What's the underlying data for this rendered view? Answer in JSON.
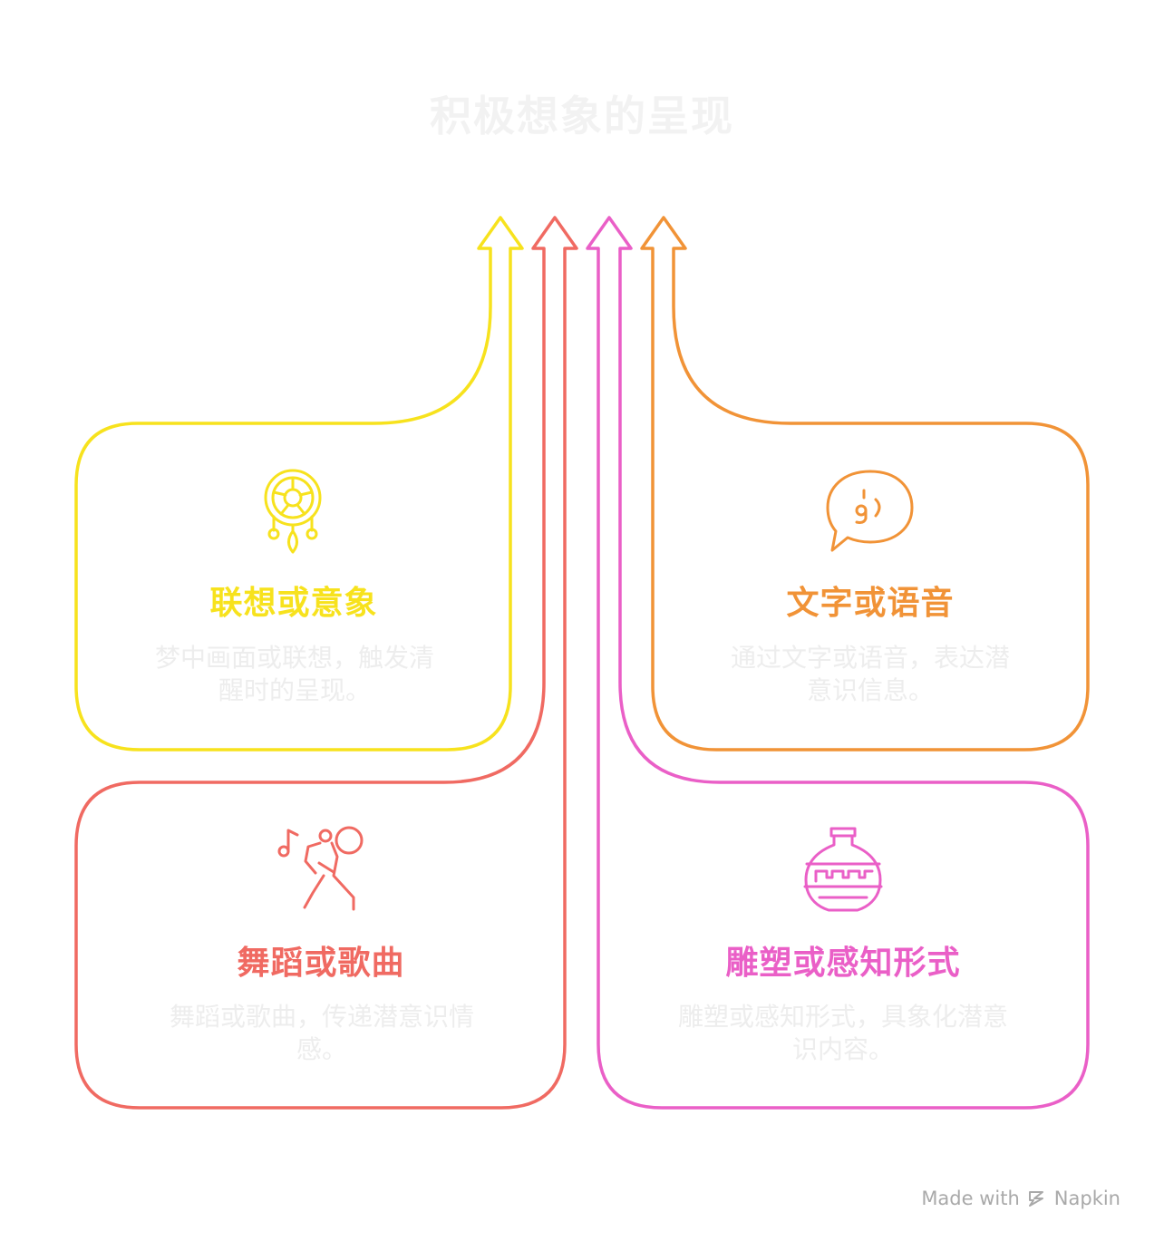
{
  "title": "积极想象的呈现",
  "colors": {
    "yellow": "#f7e21d",
    "red": "#f06a62",
    "pink": "#ea5fc7",
    "orange": "#f19337"
  },
  "cards": [
    {
      "id": "association",
      "title": "联想或意象",
      "desc_lines": [
        "梦中画面或联想，触发清",
        "醒时的呈现。"
      ],
      "icon": "dreamcatcher-icon",
      "color": "#f7e21d"
    },
    {
      "id": "text-voice",
      "title": "文字或语音",
      "desc_lines": [
        "通过文字或语音，表达潜",
        "意识信息。"
      ],
      "icon": "speech-bubble-sound-icon",
      "color": "#f19337"
    },
    {
      "id": "dance-song",
      "title": "舞蹈或歌曲",
      "desc_lines": [
        "舞蹈或歌曲，传递潜意识情",
        "感。"
      ],
      "icon": "dancer-music-icon",
      "color": "#f06a62"
    },
    {
      "id": "sculpture",
      "title": "雕塑或感知形式",
      "desc_lines": [
        "雕塑或感知形式，具象化潜意",
        "识内容。"
      ],
      "icon": "vase-icon",
      "color": "#ea5fc7"
    }
  ],
  "footer": {
    "made_with": "Made with",
    "brand": "Napkin",
    "brand_icon": "napkin-logo-icon"
  }
}
